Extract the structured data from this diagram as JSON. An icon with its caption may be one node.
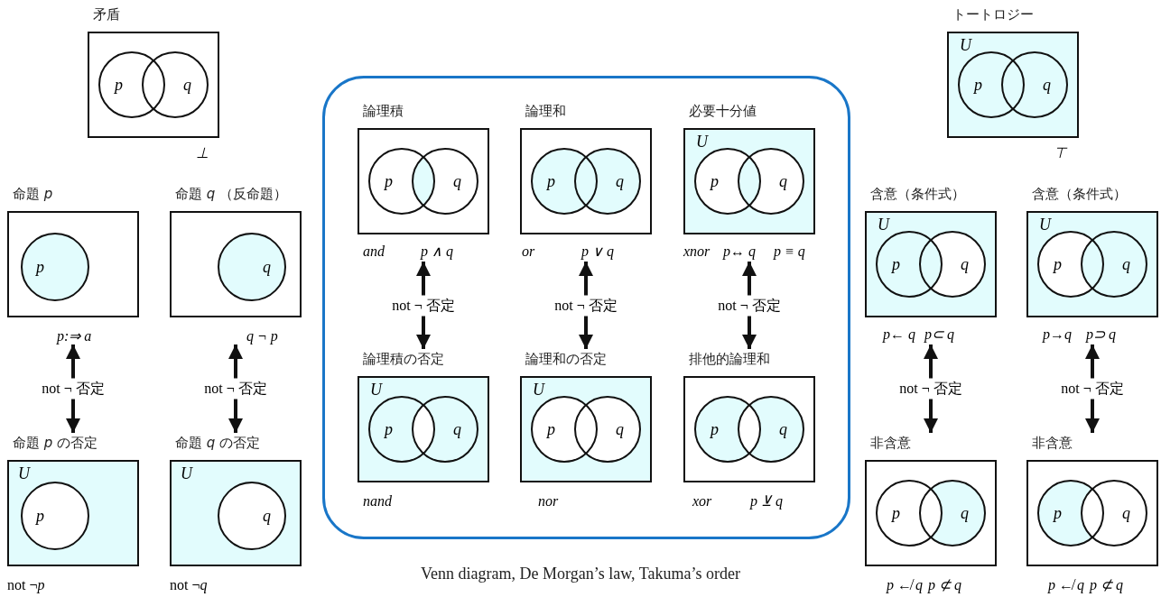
{
  "diagram": {
    "caption": "Venn diagram, De Morgan’s law, Takuma’s order",
    "nodes": [
      {
        "text": [
          "矛盾",
          "p",
          "q"
        ],
        "beside": [
          "⊥"
        ]
      },
      {
        "text": [
          "命題 *p*",
          "p"
        ],
        "beside": [
          "p:⇒ a"
        ]
      },
      {
        "text": [
          "命題 *q* （反命題）",
          "q"
        ],
        "beside": [
          "q ¬ p"
        ]
      },
      {
        "text": [
          "命題 *p* の否定",
          "U",
          "p"
        ],
        "beside": [
          "not ¬*p*"
        ]
      },
      {
        "text": [
          "命題 *q* の否定",
          "U",
          "q"
        ],
        "beside": [
          "not ¬*q*"
        ]
      },
      {
        "text": [],
        "shape": "box"
      },
      {
        "text": [
          "論理積",
          "p",
          "q"
        ],
        "beside": [
          "and",
          "p ∧ q"
        ],
        "in": 5
      },
      {
        "text": [
          "論理和",
          "p",
          "q"
        ],
        "beside": [
          "or",
          "p ∨ q"
        ],
        "in": 5
      },
      {
        "text": [
          "必要十分値",
          "U",
          "p",
          "q"
        ],
        "beside": [
          "xnor",
          "p↔ q",
          "p ≡ q"
        ],
        "in": 5
      },
      {
        "text": [
          "論理積の否定",
          "U",
          "p",
          "q"
        ],
        "beside": [
          "nand"
        ],
        "in": 5
      },
      {
        "text": [
          "論理和の否定",
          "U",
          "p",
          "q"
        ],
        "beside": [
          "nor"
        ],
        "in": 5
      },
      {
        "text": [
          "排他的論理和",
          "p",
          "q"
        ],
        "beside": [
          "xor",
          "p ⊻ q"
        ],
        "in": 5
      },
      {
        "text": [
          "トートロジー",
          "U",
          "p",
          "q"
        ],
        "beside": [
          "⊤"
        ]
      },
      {
        "text": [
          "含意（条件式）",
          "U",
          "p",
          "q"
        ],
        "beside": [
          "p← q",
          "p⊂ q"
        ]
      },
      {
        "text": [
          "含意（条件式）",
          "U",
          "p",
          "q"
        ],
        "beside": [
          "p→q",
          "p⊃ q"
        ]
      },
      {
        "text": [
          "非含意",
          "p",
          "q"
        ],
        "beside": [
          "p ↚ q",
          "p ⊄ q"
        ]
      },
      {
        "text": [
          "非含意",
          "p",
          "q"
        ],
        "beside": [
          "p ↚ q",
          "p ⊄ q"
        ]
      }
    ],
    "edges": [
      {
        "from": 1,
        "to": 3,
        "arrow": "both",
        "label": "not ¬ 否定"
      },
      {
        "from": 2,
        "to": 4,
        "arrow": "both",
        "label": "not ¬ 否定"
      },
      {
        "from": 6,
        "to": 9,
        "arrow": "both",
        "label": "not ¬ 否定"
      },
      {
        "from": 7,
        "to": 10,
        "arrow": "both",
        "label": "not ¬ 否定"
      },
      {
        "from": 8,
        "to": 11,
        "arrow": "both",
        "label": "not ¬ 否定"
      },
      {
        "from": 13,
        "to": 15,
        "arrow": "both",
        "label": "not ¬ 否定"
      },
      {
        "from": 14,
        "to": 16,
        "arrow": "both",
        "label": "not ¬ 否定"
      }
    ]
  }
}
